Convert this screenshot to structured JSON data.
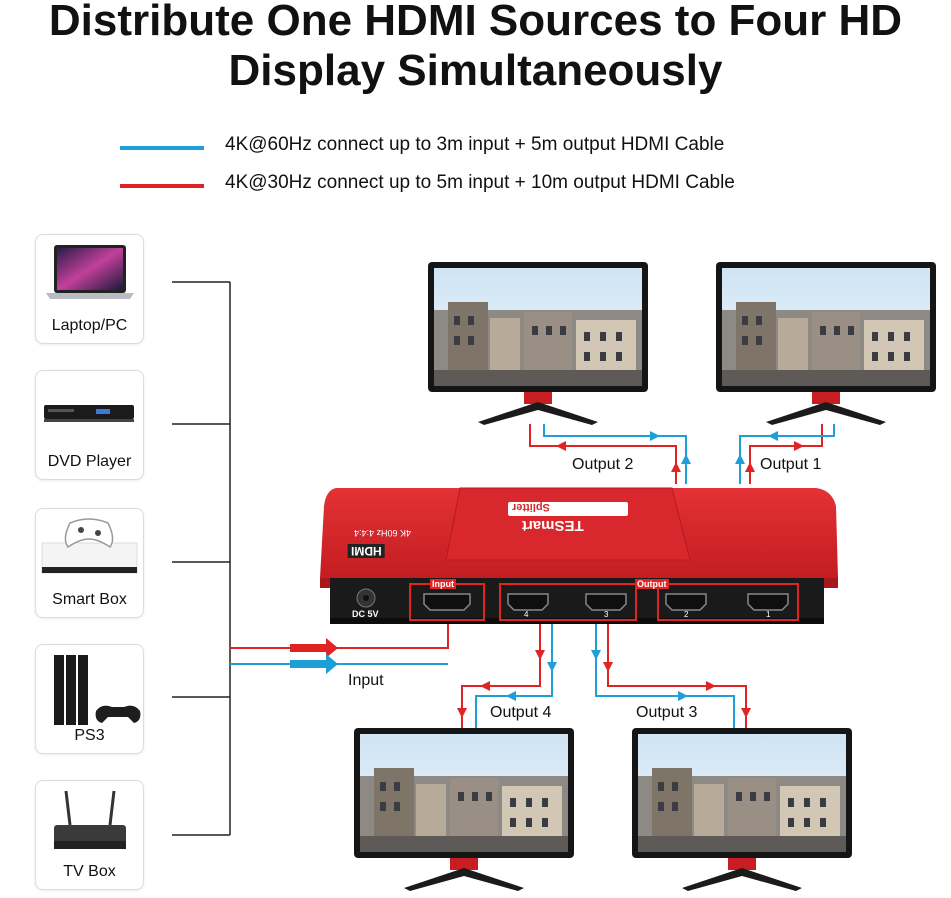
{
  "title": {
    "line1": "Distribute One HDMI Sources to Four HD",
    "line2": "Display Simultaneously"
  },
  "legend": [
    {
      "text": "4K@60Hz connect up to 3m input + 5m output HDMI Cable",
      "color": "#1e9fd8"
    },
    {
      "text": "4K@30Hz connect up to 5m input + 10m output HDMI Cable",
      "color": "#e02424"
    }
  ],
  "sources": [
    {
      "label": "Laptop/PC",
      "icon": "laptop-icon"
    },
    {
      "label": "DVD Player",
      "icon": "dvd-player-icon"
    },
    {
      "label": "Smart Box",
      "icon": "game-console-icon"
    },
    {
      "label": "PS3",
      "icon": "playstation-icon"
    },
    {
      "label": "TV Box",
      "icon": "router-icon"
    }
  ],
  "labels": {
    "input": "Input",
    "output1": "Output 1",
    "output2": "Output 2",
    "output3": "Output 3",
    "output4": "Output 4"
  },
  "device": {
    "brand": "TESmart",
    "model": "Splitter",
    "hdmi": "HDMI",
    "spec": "4K 60Hz 4:4:4",
    "dc": "DC 5V",
    "port_input": "Input",
    "port_output": "Output",
    "port_numbers": [
      "4",
      "3",
      "2",
      "1"
    ],
    "color": "#d9252a"
  }
}
